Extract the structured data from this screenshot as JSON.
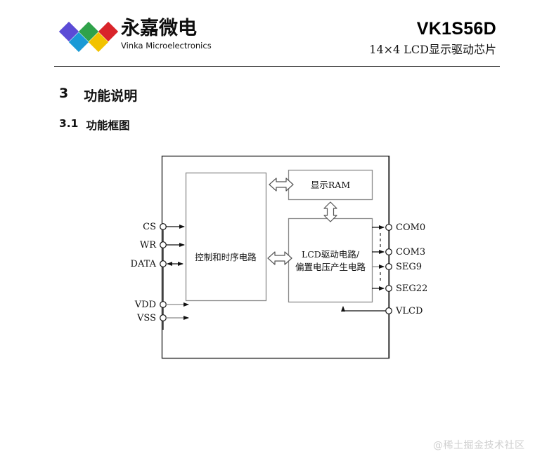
{
  "header": {
    "brand": {
      "logo_cn": "永嘉微电",
      "logo_en": "Vinka Microelectronics",
      "logo_colors": [
        "#5b4bd6",
        "#1a9ad6",
        "#2fa24a",
        "#f2c200",
        "#d9242a"
      ]
    },
    "title": "VK1S56D",
    "subtitle": "14×4  LCD显示驱动芯片",
    "rule_color": "#1a1a1a"
  },
  "sections": {
    "section_number": "3",
    "section_title": "功能说明",
    "subsection_number": "3.1",
    "subsection_title": "功能框图"
  },
  "diagram": {
    "blocks": {
      "control": "控制和时序电路",
      "ram": "显示RAM",
      "lcd_line1": "LCD驱动电路/",
      "lcd_line2": "偏置电压产生电路"
    },
    "input_pins": [
      {
        "label": "CS",
        "direction": "in"
      },
      {
        "label": "WR",
        "direction": "in"
      },
      {
        "label": "DATA",
        "direction": "bidirectional"
      },
      {
        "label": "VDD",
        "direction": "in"
      },
      {
        "label": "VSS",
        "direction": "in"
      }
    ],
    "output_pins": [
      {
        "label": "COM0",
        "direction": "out"
      },
      {
        "label": "COM3",
        "direction": "out"
      },
      {
        "label": "SEG9",
        "direction": "out"
      },
      {
        "label": "SEG22",
        "direction": "out"
      },
      {
        "label": "VLCD",
        "direction": "in"
      }
    ],
    "connectors": {
      "control_to_ram": "bidirectional-arrow",
      "ram_to_lcd": "bidirectional-arrow",
      "control_to_lcd": "bidirectional-arrow"
    },
    "line_color": "#555555",
    "border_color": "#2b2b2b"
  },
  "watermark": {
    "text": "@稀土掘金技术社区",
    "color": "#cfcfcf"
  }
}
